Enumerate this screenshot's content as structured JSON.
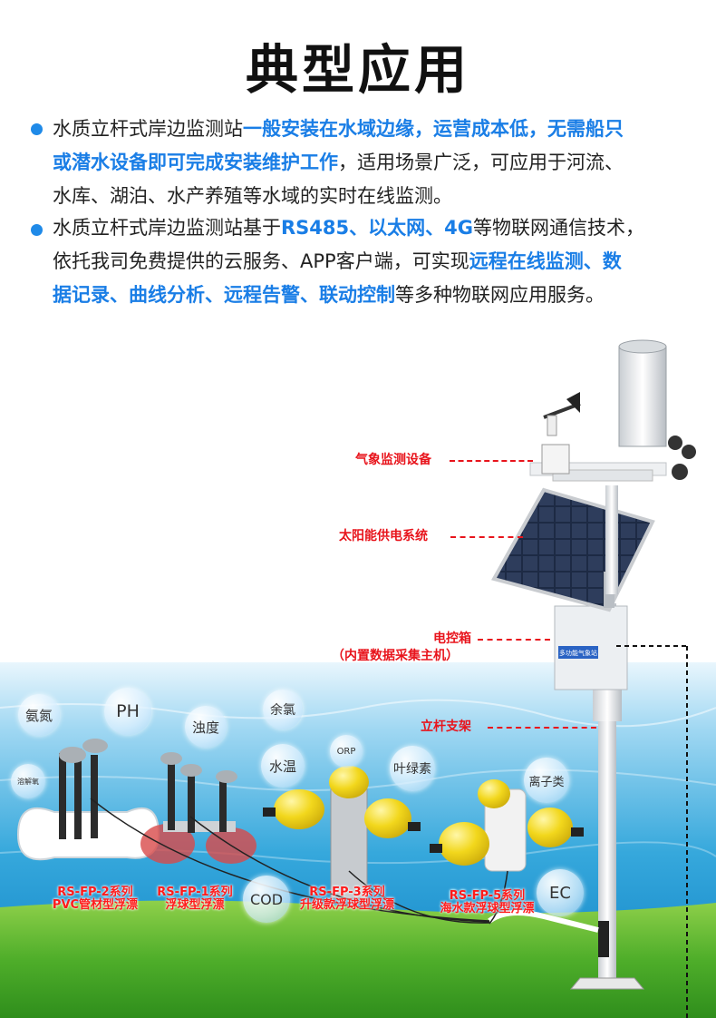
{
  "title": "典型应用",
  "paragraphs": [
    {
      "line1_a": "水质立杆式岸边监测站",
      "line1_b": "一般安装在水域边缘，运营成本低，无需船只",
      "line2_a": "或潜水设备即可完成安装维护工作",
      "line2_b": "，适用场景广泛，可应用于河流、",
      "line3": "水库、湖泊、水产养殖等水域的实时在线监测。"
    },
    {
      "line1_a": "水质立杆式岸边监测站基于",
      "line1_b": "RS485、以太网、4G",
      "line1_c": "等物联网通信技术，",
      "line2_a": "依托我司免费提供的云服务、APP客户端，可实现",
      "line2_b": "远程在线监测、数",
      "line3_a": "据记录、曲线分析、远程告警、联动控制",
      "line3_b": "等多种物联网应用服务。"
    }
  ],
  "station_labels": {
    "weather": "气象监测设备",
    "solar": "太阳能供电系统",
    "control_box": "电控箱",
    "control_box_sub": "（内置数据采集主机）",
    "pole": "立杆支架",
    "box_plate": "多功能气象站"
  },
  "bubbles": {
    "ammonia": "氨氮",
    "ph": "PH",
    "turbidity": "浊度",
    "chlorine": "余氯",
    "orp": "ORP",
    "water_temp": "水温",
    "chlorophyll": "叶绿素",
    "dissolved_oxygen": "溶解氧",
    "ion": "离子类",
    "cod": "COD",
    "ec": "EC"
  },
  "floats": {
    "fp2_a": "RS-FP-2系列",
    "fp2_b": "PVC管材型浮漂",
    "fp1_a": "RS-FP-1系列",
    "fp1_b": "浮球型浮漂",
    "fp3_a": "RS-FP-3系列",
    "fp3_b": "升级款浮球型浮漂",
    "fp5_a": "RS-FP-5系列",
    "fp5_b": "海水款浮球型浮漂"
  },
  "colors": {
    "accent": "#1a7ee6",
    "callout": "#e8141c",
    "float_label": "#ff1a1a",
    "buoy": "#f2d71c"
  }
}
